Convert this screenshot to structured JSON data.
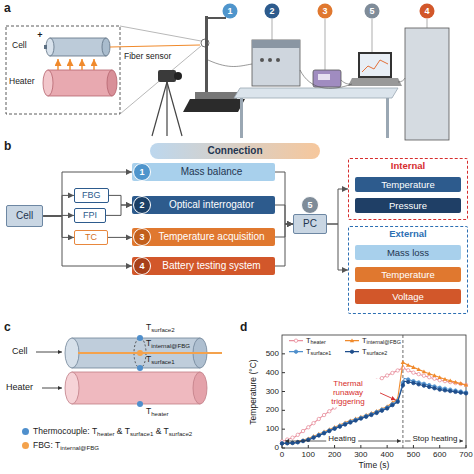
{
  "diagram": {
    "nodes": [
      {
        "text": [
          "Connection"
        ]
      },
      {
        "text": [
          "Cell"
        ]
      },
      {
        "text": [
          "FBG"
        ]
      },
      {
        "text": [
          "FPI"
        ]
      },
      {
        "text": [
          "TC"
        ]
      },
      {
        "text": [
          "1",
          "Mass balance"
        ]
      },
      {
        "text": [
          "2",
          "Optical interrogator"
        ]
      },
      {
        "text": [
          "3",
          "Temperature acquisition"
        ]
      },
      {
        "text": [
          "4",
          "Battery testing system"
        ]
      },
      {
        "text": [
          "5",
          "PC"
        ]
      },
      {
        "text": [
          "Internal"
        ]
      },
      {
        "text": [
          "Temperature"
        ],
        "in": 10
      },
      {
        "text": [
          "Pressure"
        ],
        "in": 10
      },
      {
        "text": [
          "External"
        ]
      },
      {
        "text": [
          "Mass loss"
        ],
        "in": 13
      },
      {
        "text": [
          "Temperature"
        ],
        "in": 13
      },
      {
        "text": [
          "Voltage"
        ],
        "in": 13
      }
    ],
    "edges": [
      {
        "from": 1,
        "to": 2,
        "arrow": "to"
      },
      {
        "from": 1,
        "to": 3,
        "arrow": "to"
      },
      {
        "from": 1,
        "to": 4,
        "arrow": "to"
      },
      {
        "from": 1,
        "to": 5,
        "arrow": "to"
      },
      {
        "from": 1,
        "to": 8,
        "arrow": "to"
      },
      {
        "from": 2,
        "to": 6,
        "arrow": "to"
      },
      {
        "from": 3,
        "to": 6,
        "arrow": "to"
      },
      {
        "from": 4,
        "to": 7,
        "arrow": "to"
      },
      {
        "from": 5,
        "to": 9,
        "arrow": "to"
      },
      {
        "from": 6,
        "to": 9,
        "arrow": "to"
      },
      {
        "from": 7,
        "to": 9,
        "arrow": "to"
      },
      {
        "from": 8,
        "to": 9,
        "arrow": "to"
      },
      {
        "from": 9,
        "to": 10,
        "arrow": "to"
      },
      {
        "from": 9,
        "to": 13,
        "arrow": "to"
      }
    ],
    "labels": [
      "a",
      "1",
      "2",
      "3",
      "5",
      "4",
      "+",
      "Fiber sensor",
      "Cell",
      "Heater",
      "b",
      "c",
      "Cell",
      "Heater",
      "Tsurface2",
      "Tinternal@FBG",
      "Tsurface1",
      "Theater",
      "d",
      "Temperature (°C)",
      "Thermal runaway triggering",
      "Heating",
      "Stop heating",
      "Time (s)",
      "0",
      "100",
      "200",
      "300",
      "400",
      "500",
      "0",
      "100",
      "200",
      "300",
      "400",
      "500",
      "600",
      "700"
    ],
    "legend": [
      {
        "text": "Thermocouple: Theater & Tsurface1 & Tsurface2",
        "color": "#4f8fcc"
      },
      {
        "text": "FBG: Tinternal@FBG",
        "color": "#f4a24c"
      },
      {
        "text": "Theater"
      },
      {
        "text": "Tinternal@FBG"
      },
      {
        "text": "Tsurface1"
      },
      {
        "text": "Tsurface2"
      }
    ]
  }
}
